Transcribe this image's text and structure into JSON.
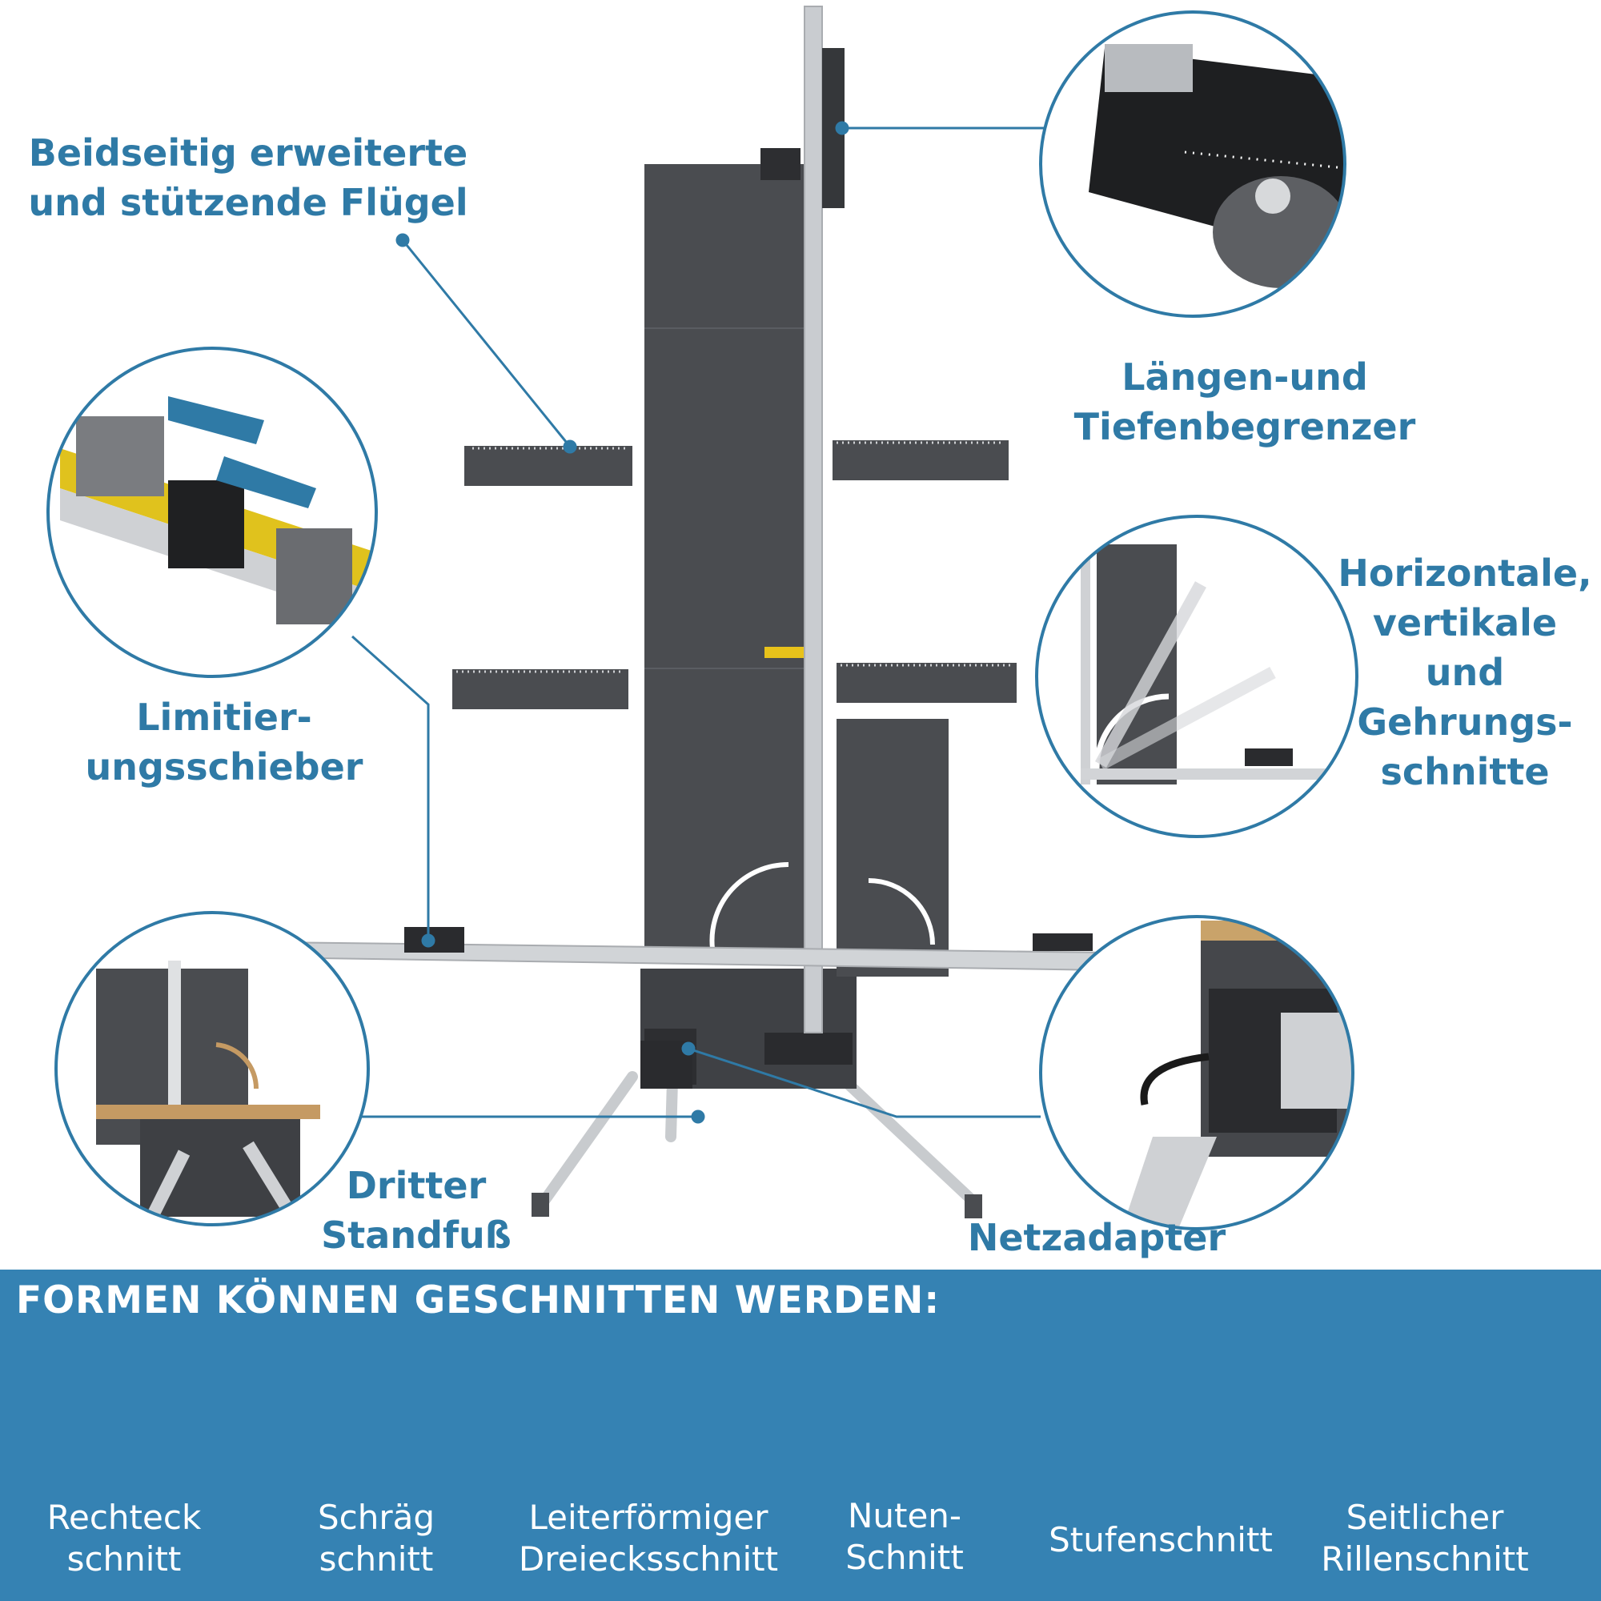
{
  "callouts": {
    "wings": [
      "Beidseitig erweiterte",
      "und stützende Flügel"
    ],
    "limiter": [
      "Längen-und",
      "Tiefenbegrenzer"
    ],
    "slider": [
      "Limitier-",
      "ungsschieber"
    ],
    "cuts": [
      "Horizontale,",
      "vertikale",
      "und",
      "Gehrungs-",
      "schnitte"
    ],
    "foot": [
      "Dritter",
      "Standfuß"
    ],
    "adapter": [
      "Netzadapter"
    ]
  },
  "panel": {
    "heading": "FORMEN KÖNNEN GESCHNITTEN WERDEN:",
    "shapes": [
      {
        "line1": "Rechteck",
        "line2": "schnitt"
      },
      {
        "line1": "Schräg",
        "line2": "schnitt"
      },
      {
        "line1": "Leiterförmiger",
        "line2": "Dreiecksschnitt"
      },
      {
        "line1": "Nuten-",
        "line2": "Schnitt"
      },
      {
        "line1": "Stufenschnitt",
        "line2": ""
      },
      {
        "line1": "Seitlicher",
        "line2": "Rillenschnitt"
      }
    ]
  },
  "colors": {
    "accent": "#2f7aa6",
    "panel": "#3582b3",
    "board": "#4a4c50",
    "foam_top": "#e2e3e6",
    "foam_side": "#c7c8cc",
    "cut_blue": "#2a8ac2"
  }
}
